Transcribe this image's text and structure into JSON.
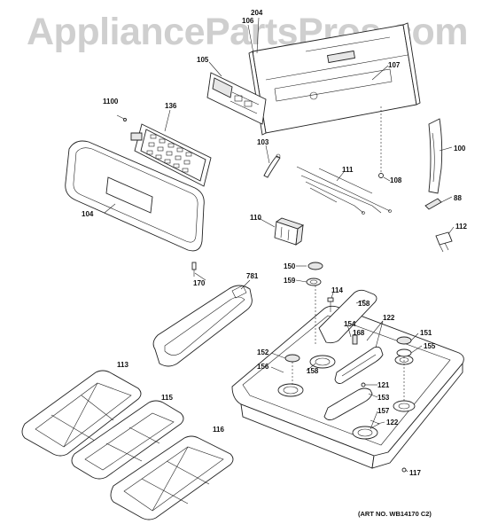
{
  "watermark": "AppliancePartsPros.com",
  "art_number": "(ART NO. WB14170 C2)",
  "callouts": {
    "c204": "204",
    "c106": "106",
    "c107": "107",
    "c105": "105",
    "c1100": "1100",
    "c136": "136",
    "c100": "100",
    "c103": "103",
    "c111": "111",
    "c108": "108",
    "c104": "104",
    "c88": "88",
    "c110": "110",
    "c112": "112",
    "c150": "150",
    "c159": "159",
    "c781": "781",
    "c114": "114",
    "c158a": "158",
    "c170": "170",
    "c154": "154",
    "c122a": "122",
    "c168": "168",
    "c151": "151",
    "c155": "155",
    "c152": "152",
    "c156": "156",
    "c158b": "158",
    "c113": "113",
    "c121": "121",
    "c153": "153",
    "c115": "115",
    "c157": "157",
    "c122b": "122",
    "c116": "116",
    "c117": "117"
  }
}
